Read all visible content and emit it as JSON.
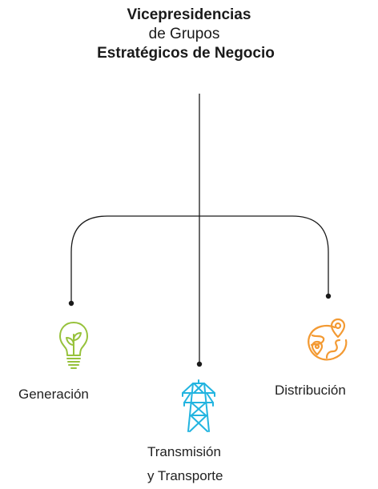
{
  "title": {
    "line1": "Vicepresidencias",
    "line2": "de Grupos",
    "line3": "Estratégicos de Negocio"
  },
  "branches": [
    {
      "id": "generacion",
      "label": "Generación",
      "icon": "lightbulb-plant-icon",
      "color": "#97c23c"
    },
    {
      "id": "transmision",
      "label_line1": "Transmisión",
      "label_line2": "y Transporte",
      "icon": "power-tower-icon",
      "color": "#22b4e0"
    },
    {
      "id": "distribucion",
      "label": "Distribución",
      "icon": "map-pin-globe-icon",
      "color": "#f39a33"
    }
  ],
  "colors": {
    "line": "#1a1a1a",
    "text": "#1a1a1a"
  }
}
